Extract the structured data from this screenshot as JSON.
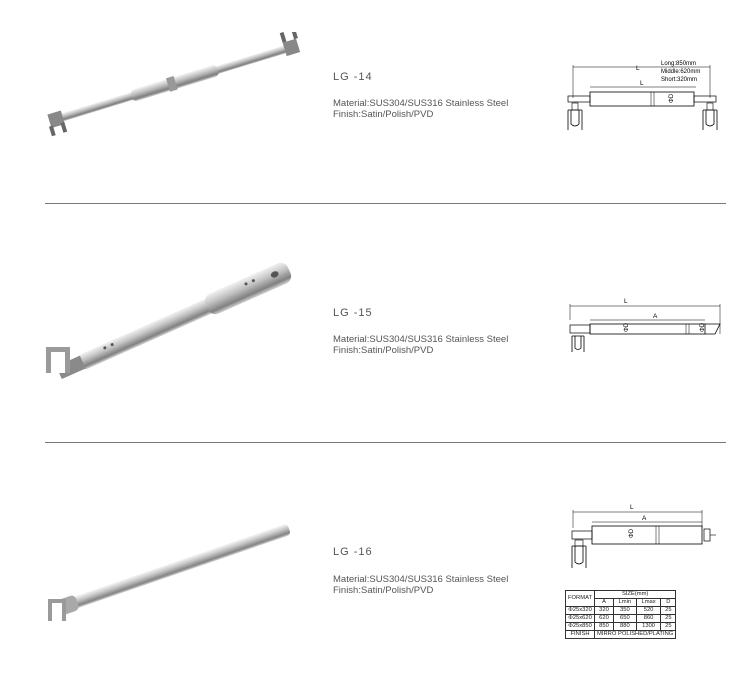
{
  "products": [
    {
      "model": "LG -14",
      "material": "Material:SUS304/SUS316 Stainless Steel",
      "finish": "Finish:Satin/Polish/PVD",
      "drawing": {
        "dim_outer": "L",
        "dim_inner": "L",
        "dia": "ΦD",
        "lengths": [
          "Long:850mm",
          "Middle:620mm",
          "Short:320mm"
        ]
      }
    },
    {
      "model": "LG -15",
      "material": "Material:SUS304/SUS316 Stainless Steel",
      "finish": "Finish:Satin/Polish/PVD",
      "drawing": {
        "dim_outer": "L",
        "dim_inner": "A",
        "dia": "ΦD",
        "dia2": "ΦD"
      }
    },
    {
      "model": "LG -16",
      "material": "Material:SUS304/SUS316 Stainless Steel",
      "finish": "Finish:Satin/Polish/PVD",
      "drawing": {
        "dim_outer": "L",
        "dim_inner": "A",
        "dia": "ΦD"
      }
    }
  ],
  "size_table": {
    "format_header": "FORMAT",
    "size_header": "SIZE(mm)",
    "sub_headers": [
      "A",
      "Lmin",
      "Lmax",
      "D"
    ],
    "rows": [
      {
        "format": "Φ25x320",
        "values": [
          "320",
          "350",
          "520",
          "25"
        ]
      },
      {
        "format": "Φ25x620",
        "values": [
          "620",
          "650",
          "860",
          "25"
        ]
      },
      {
        "format": "Φ25x850",
        "values": [
          "850",
          "880",
          "1300",
          "25"
        ]
      }
    ],
    "finish_label": "FINISH",
    "finish_value": "MIRRO POLISHED/PLATING"
  }
}
